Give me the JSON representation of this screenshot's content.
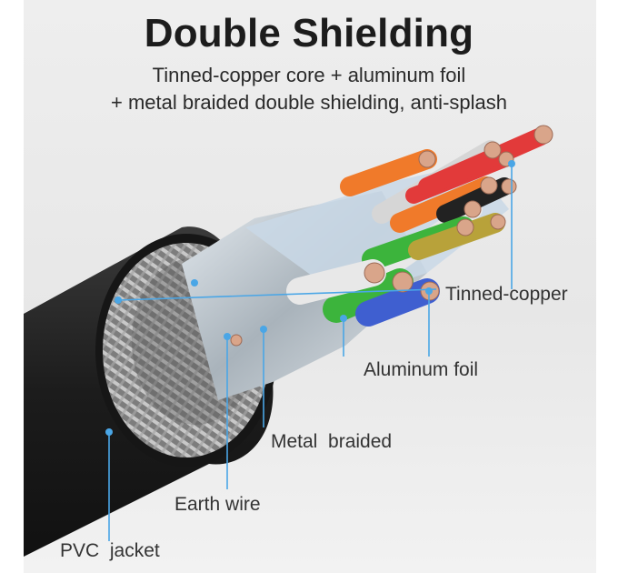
{
  "heading": {
    "title": "Double Shielding",
    "subtitle_line1": "Tinned-copper core + aluminum foil",
    "subtitle_line2": "+ metal  braided  double shielding, anti-splash"
  },
  "callouts": {
    "tinned_copper": "Tinned-copper",
    "aluminum_foil": "Aluminum foil",
    "metal_braided": "Metal  braided",
    "earth_wire": "Earth wire",
    "pvc_jacket": "PVC  jacket"
  },
  "colors": {
    "callout_line": "#4aa6e6",
    "jacket": "#1e1e1e",
    "braid": "#9a9a9a",
    "foil": "#bfc6cc",
    "wire_red": "#e23a3a",
    "wire_orange": "#f07a2a",
    "wire_green": "#3cb43c",
    "wire_blue": "#3f5fd0",
    "wire_olive": "#b8a23a",
    "wire_black": "#222222",
    "copper": "#d9a58a"
  }
}
